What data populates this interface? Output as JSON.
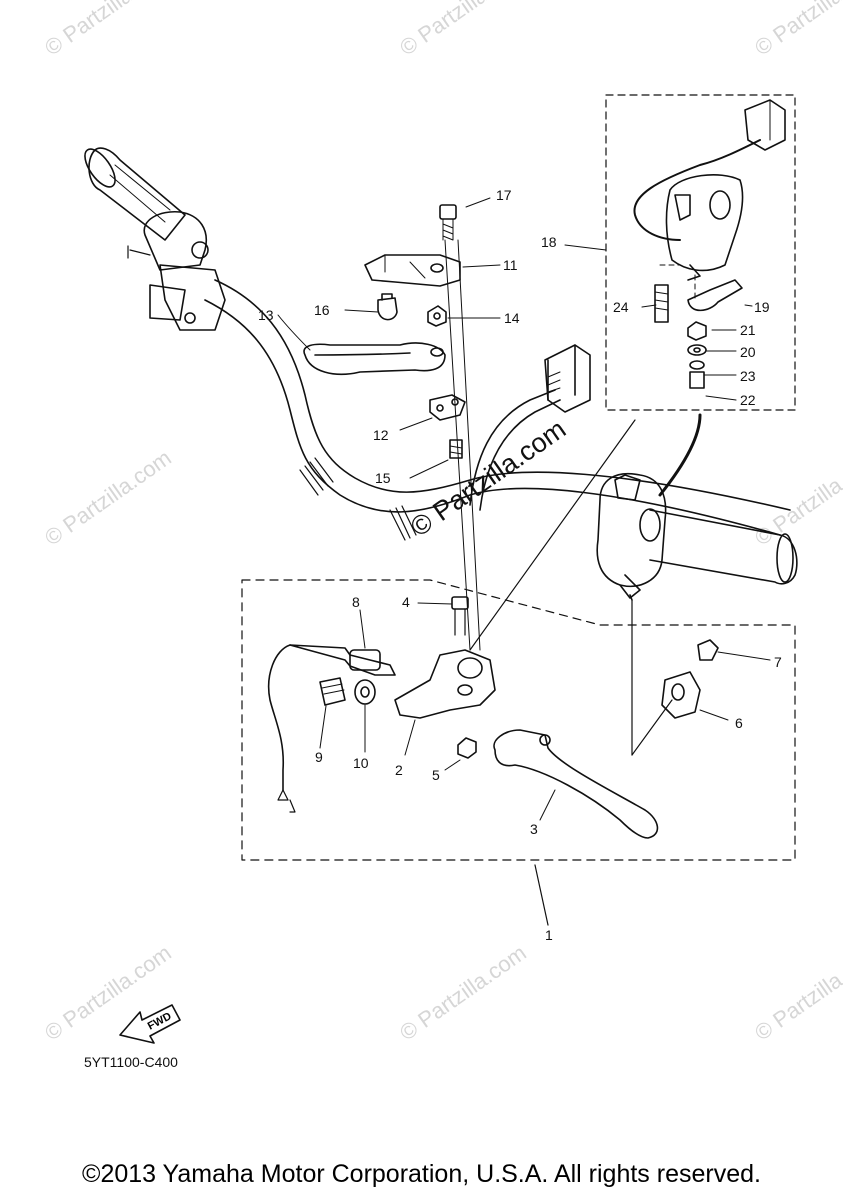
{
  "watermark_text": "© Partzilla.com",
  "featured_watermark": "© Partzilla.com",
  "diagram_code": "5YT1100-C400",
  "fwd_label": "FWD",
  "copyright": "©2013 Yamaha Motor Corporation, U.S.A. All rights reserved.",
  "callouts": {
    "c1": "1",
    "c2": "2",
    "c3": "3",
    "c4": "4",
    "c5": "5",
    "c6": "6",
    "c7": "7",
    "c8": "8",
    "c9": "9",
    "c10": "10",
    "c11": "11",
    "c12": "12",
    "c13": "13",
    "c14": "14",
    "c15": "15",
    "c16": "16",
    "c17": "17",
    "c18": "18",
    "c19": "19",
    "c20": "20",
    "c21": "21",
    "c22": "22",
    "c23": "23",
    "c24": "24"
  }
}
